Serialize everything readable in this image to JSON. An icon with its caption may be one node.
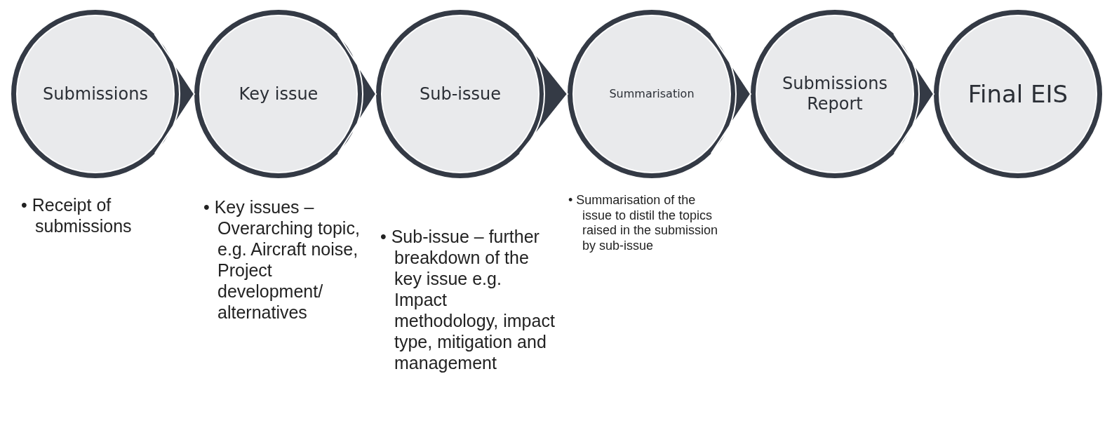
{
  "diagram": {
    "nodes": [
      {
        "text": [
          "Submissions"
        ],
        "beside": [
          "• Receipt of submissions"
        ]
      },
      {
        "text": [
          "Key issue"
        ],
        "beside": [
          "• Key issues – Overarching topic, e.g. Aircraft noise, Project development/ alternatives"
        ]
      },
      {
        "text": [
          "Sub-issue"
        ],
        "beside": [
          "• Sub-issue – further breakdown of the key issue e.g. Impact methodology, impact type, mitigation and management"
        ]
      },
      {
        "text": [
          "Summarisation"
        ],
        "beside": [
          "• Summarisation of the issue to distil the topics raised in the submission by sub-issue"
        ]
      },
      {
        "text": [
          "Submissions Report"
        ]
      },
      {
        "text": [
          "Final EIS"
        ]
      }
    ],
    "edges": [
      {
        "from": 0,
        "to": 1,
        "arrow": "to"
      },
      {
        "from": 1,
        "to": 2,
        "arrow": "to"
      },
      {
        "from": 2,
        "to": 3,
        "arrow": "to"
      },
      {
        "from": 3,
        "to": 4,
        "arrow": "to"
      },
      {
        "from": 4,
        "to": 5,
        "arrow": "to"
      }
    ]
  }
}
